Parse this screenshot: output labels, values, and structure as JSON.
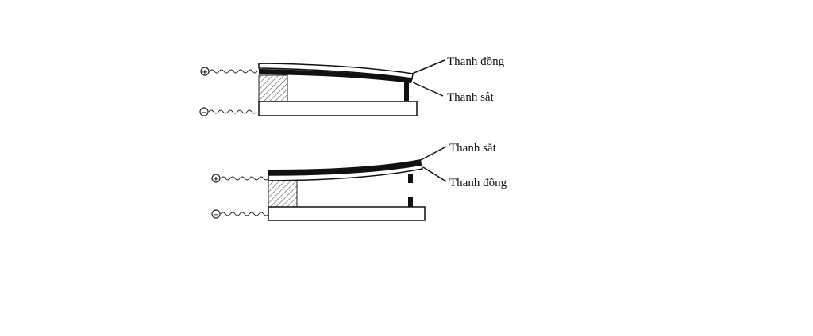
{
  "diagrams": [
    {
      "name": "before-heating",
      "labels": {
        "top": "Thanh đồng",
        "bottom": "Thanh sắt"
      },
      "terminals": {
        "positive": "+",
        "negative": "−"
      }
    },
    {
      "name": "after-heating",
      "labels": {
        "top": "Thanh sắt",
        "bottom": "Thanh đồng"
      },
      "terminals": {
        "positive": "+",
        "negative": "−"
      }
    }
  ]
}
